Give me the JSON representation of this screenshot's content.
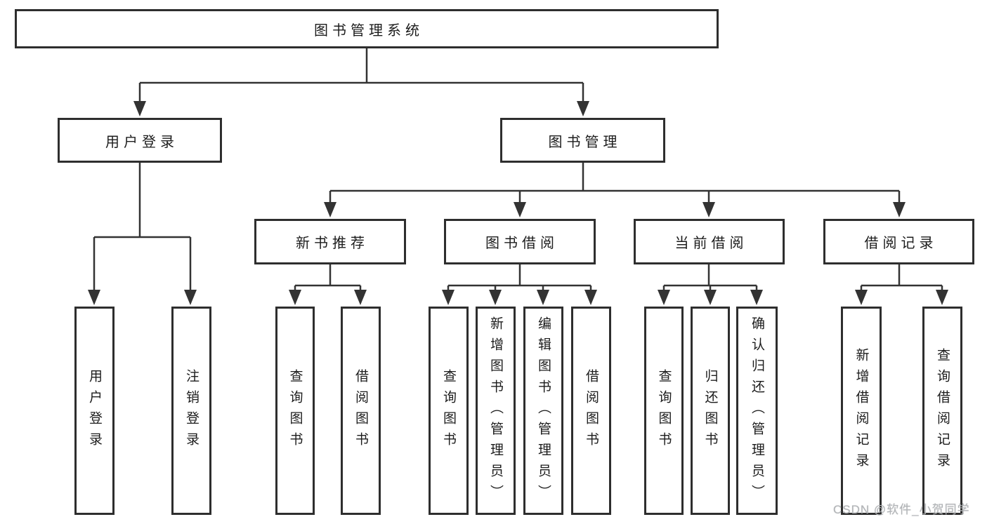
{
  "page": {
    "background": "#ffffff"
  },
  "colors": {
    "line": "#333333",
    "box_border": "#2e2e2e",
    "text": "#1c1c1c",
    "watermark": "#b2b5b8"
  },
  "watermark": {
    "text": "CSDN @软件_小贺同学"
  },
  "diagram": {
    "root": {
      "label": "图书管理系统"
    },
    "branches": [
      {
        "label": "用户登录",
        "children": [
          "用户登录",
          "注销登录"
        ]
      },
      {
        "label": "图书管理",
        "sections": [
          {
            "label": "新书推荐",
            "children": [
              "查询图书",
              "借阅图书"
            ]
          },
          {
            "label": "图书借阅",
            "children": [
              "查询图书",
              "新增图书（管理员）",
              "编辑图书（管理员）",
              "借阅图书"
            ]
          },
          {
            "label": "当前借阅",
            "children": [
              "查询图书",
              "归还图书",
              "确认归还（管理员）"
            ]
          },
          {
            "label": "借阅记录",
            "children": [
              "新增借阅记录",
              "查询借阅记录"
            ]
          }
        ]
      }
    ]
  }
}
